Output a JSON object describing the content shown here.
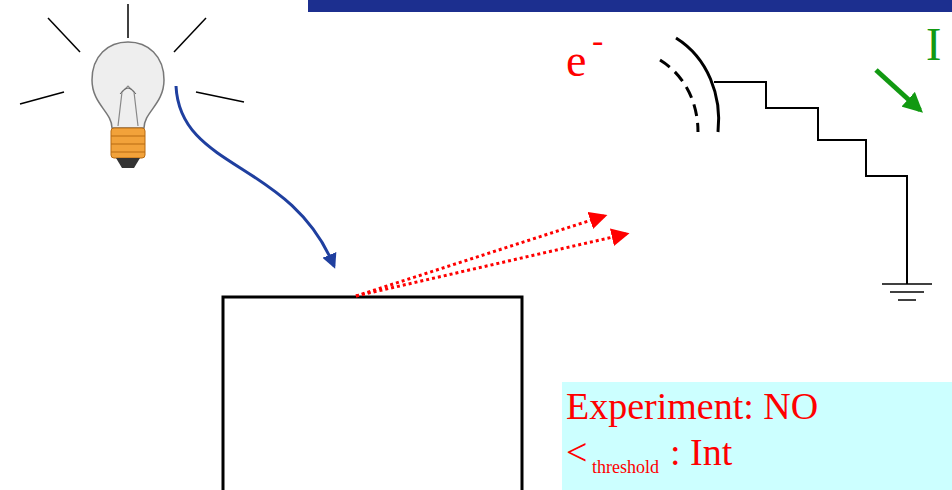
{
  "diagram": {
    "nodes": [
      {
        "text": [
          "Experiment: NO",
          "<",
          "threshold",
          ": Int"
        ]
      }
    ],
    "labels": [
      "e",
      "-",
      "I"
    ]
  }
}
